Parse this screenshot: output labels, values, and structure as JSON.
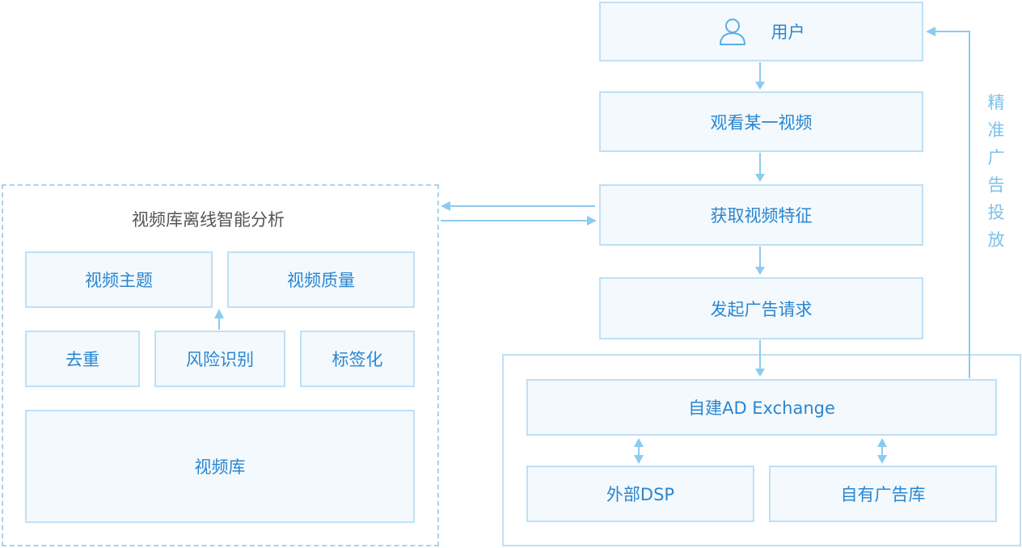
{
  "left_panel": {
    "title": "视频库离线智能分析",
    "video_topic": "视频主题",
    "video_quality": "视频质量",
    "dedup": "去重",
    "risk_identify": "风险识别",
    "tagging": "标签化",
    "video_library": "视频库"
  },
  "flow": {
    "user": "用户",
    "watch_video": "观看某一视频",
    "get_features": "获取视频特征",
    "ad_request": "发起广告请求"
  },
  "exchange": {
    "ad_exchange": "自建AD Exchange",
    "external_dsp": "外部DSP",
    "own_ad_library": "自有广告库"
  },
  "side_label": [
    "精",
    "准",
    "广",
    "告",
    "投",
    "放"
  ],
  "colors": {
    "border": "#bfe0f3",
    "fill": "#f3f9fd",
    "text": "#2a86d0",
    "arrow": "#8ccbf0"
  }
}
